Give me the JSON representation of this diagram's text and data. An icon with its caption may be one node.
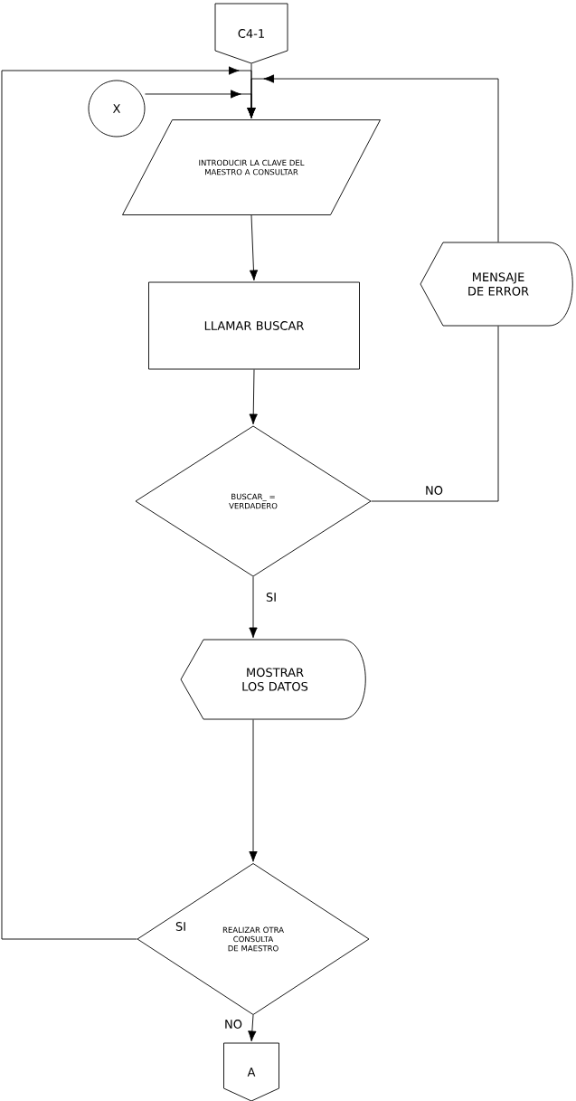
{
  "diagram": {
    "nodes": [
      {
        "text": [
          "C4-1"
        ]
      },
      {
        "text": [
          "X"
        ]
      },
      {
        "text": [
          "INTRODUCIR LA CLAVE DEL MAESTRO A CONSULTAR"
        ]
      },
      {
        "text": [
          "LLAMAR BUSCAR"
        ]
      },
      {
        "text": [
          "BUSCAR_ = VERDADERO"
        ]
      },
      {
        "text": [
          "MENSAJE DE ERROR"
        ]
      },
      {
        "text": [
          "MOSTRAR LOS DATOS"
        ]
      },
      {
        "text": [
          "REALIZAR OTRA CONSULTA DE MAESTRO"
        ]
      },
      {
        "text": [
          "A"
        ]
      }
    ],
    "edges": [
      {
        "from": 0,
        "to": 2,
        "arrow": "to"
      },
      {
        "from": 1,
        "to": 2,
        "arrow": "to"
      },
      {
        "from": 2,
        "to": 3,
        "arrow": "to"
      },
      {
        "from": 3,
        "to": 4,
        "arrow": "to"
      },
      {
        "from": 4,
        "to": 5,
        "arrow": "none",
        "label": "NO"
      },
      {
        "from": 5,
        "to": 2,
        "arrow": "to"
      },
      {
        "from": 4,
        "to": 6,
        "arrow": "to",
        "label": "SI"
      },
      {
        "from": 6,
        "to": 7,
        "arrow": "to"
      },
      {
        "from": 7,
        "to": 2,
        "arrow": "to",
        "label": "SI"
      },
      {
        "from": 7,
        "to": 8,
        "arrow": "to",
        "label": "NO"
      }
    ]
  }
}
